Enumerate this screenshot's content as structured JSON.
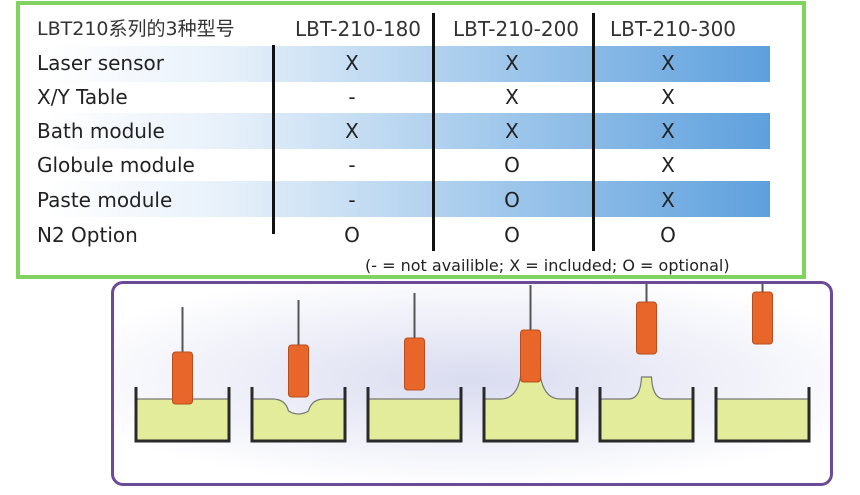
{
  "table": {
    "title": "LBT210系列的3种型号",
    "models": [
      "LBT-210-180",
      "LBT-210-200",
      "LBT-210-300"
    ],
    "rows": [
      {
        "label": "Laser sensor",
        "values": [
          "X",
          "X",
          "X"
        ]
      },
      {
        "label": "X/Y Table",
        "values": [
          "-",
          "X",
          "X"
        ]
      },
      {
        "label": "Bath module",
        "values": [
          "X",
          "X",
          "X"
        ]
      },
      {
        "label": "Globule module",
        "values": [
          "-",
          "O",
          "X"
        ]
      },
      {
        "label": "Paste module",
        "values": [
          "-",
          "O",
          "X"
        ]
      },
      {
        "label": "N2 Option",
        "values": [
          "O",
          "O",
          "O"
        ]
      }
    ],
    "legend": "(- = not availible; X = included; O = optional)"
  },
  "colors": {
    "table_border": "#7fd35e",
    "stripe_end": "#5ea0dd",
    "sequence_border": "#6b4b97",
    "solder": "#e2ec9a",
    "nozzle": "#e8662a"
  },
  "sequence": {
    "steps": [
      {
        "nozzle_raise": 0.0,
        "surface": "flat"
      },
      {
        "nozzle_raise": 0.07,
        "surface": "dip"
      },
      {
        "nozzle_raise": 0.14,
        "surface": "flat"
      },
      {
        "nozzle_raise": 0.22,
        "surface": "bump"
      },
      {
        "nozzle_raise": 0.5,
        "surface": "neck"
      },
      {
        "nozzle_raise": 0.6,
        "surface": "flat"
      }
    ]
  }
}
